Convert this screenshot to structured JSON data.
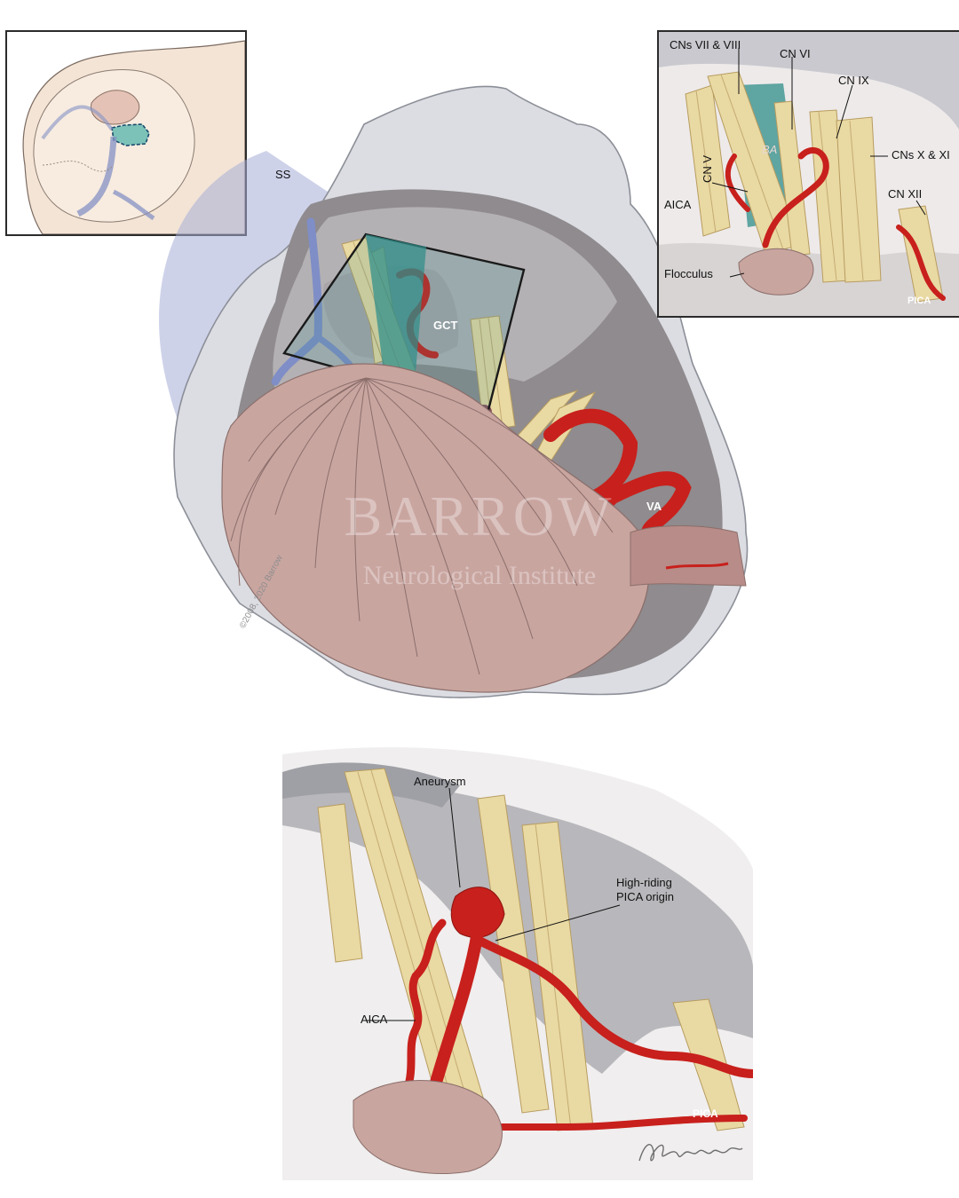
{
  "main_view": {
    "labels": {
      "ss": "SS",
      "gct": "GCT",
      "va": "VA"
    }
  },
  "detail_inset": {
    "labels": {
      "cn_7_8": "CNs VII & VIII",
      "cn_6": "CN VI",
      "cn_9": "CN IX",
      "cn_5": "CN V",
      "ba": "BA",
      "cn_10_11": "CNs X & XI",
      "aica": "AICA",
      "cn_12": "CN XII",
      "flocculus": "Flocculus",
      "pica": "PICA"
    }
  },
  "lower_view": {
    "labels": {
      "aneurysm": "Aneurysm",
      "high_riding_line1": "High-riding",
      "high_riding_line2": "PICA origin",
      "aica": "AICA",
      "pica": "PICA"
    }
  },
  "watermark": {
    "line1": "BARROW",
    "line2": "Neurological Institute"
  },
  "copyright": "©2008, 2020 Barrow",
  "signature": "K Larson",
  "colors": {
    "artery": "#c8201c",
    "nerve": "#e9d9a3",
    "nerve_shadow": "#b79c5f",
    "cerebellum": "#c9a5a0",
    "dura": "#dcdde2",
    "vein": "#7f8ec6",
    "gct_window": "#2f8d89",
    "sinus_shadow": "#a6add7",
    "head_outline": "#f3e4d5"
  }
}
